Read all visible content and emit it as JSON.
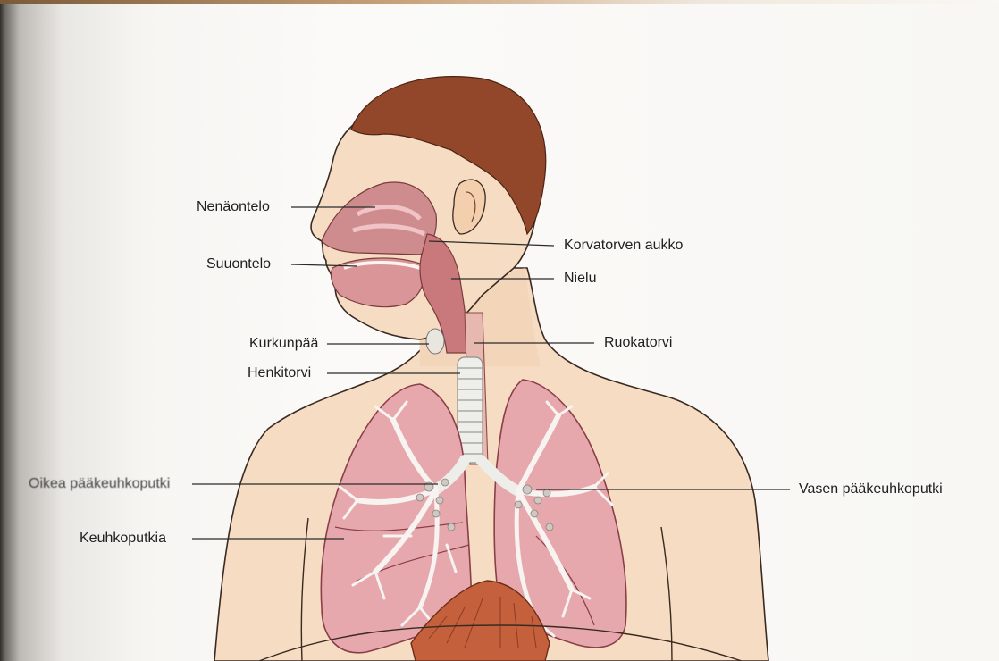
{
  "labels": {
    "nenaontelo": "Nenäontelo",
    "suuontelo": "Suuontelo",
    "kurkunpaa": "Kurkunpää",
    "henkitorvi": "Henkitorvi",
    "oikea_paakeuhkoputki": "Oikea pääkeuhkoputki",
    "keuhkoputkia": "Keuhkoputkia",
    "korvatorven_aukko": "Korvatorven aukko",
    "nielu": "Nielu",
    "ruokatorvi": "Ruokatorvi",
    "vasen_paakeuhkoputki": "Vasen pääkeuhkoputki"
  },
  "colors": {
    "skin": "#f5dcc2",
    "hair": "#93472a",
    "lung": "#e7a8ad",
    "airway": "#c9797c",
    "trachea": "#eeeeea",
    "diaphragm": "#c4603c"
  }
}
